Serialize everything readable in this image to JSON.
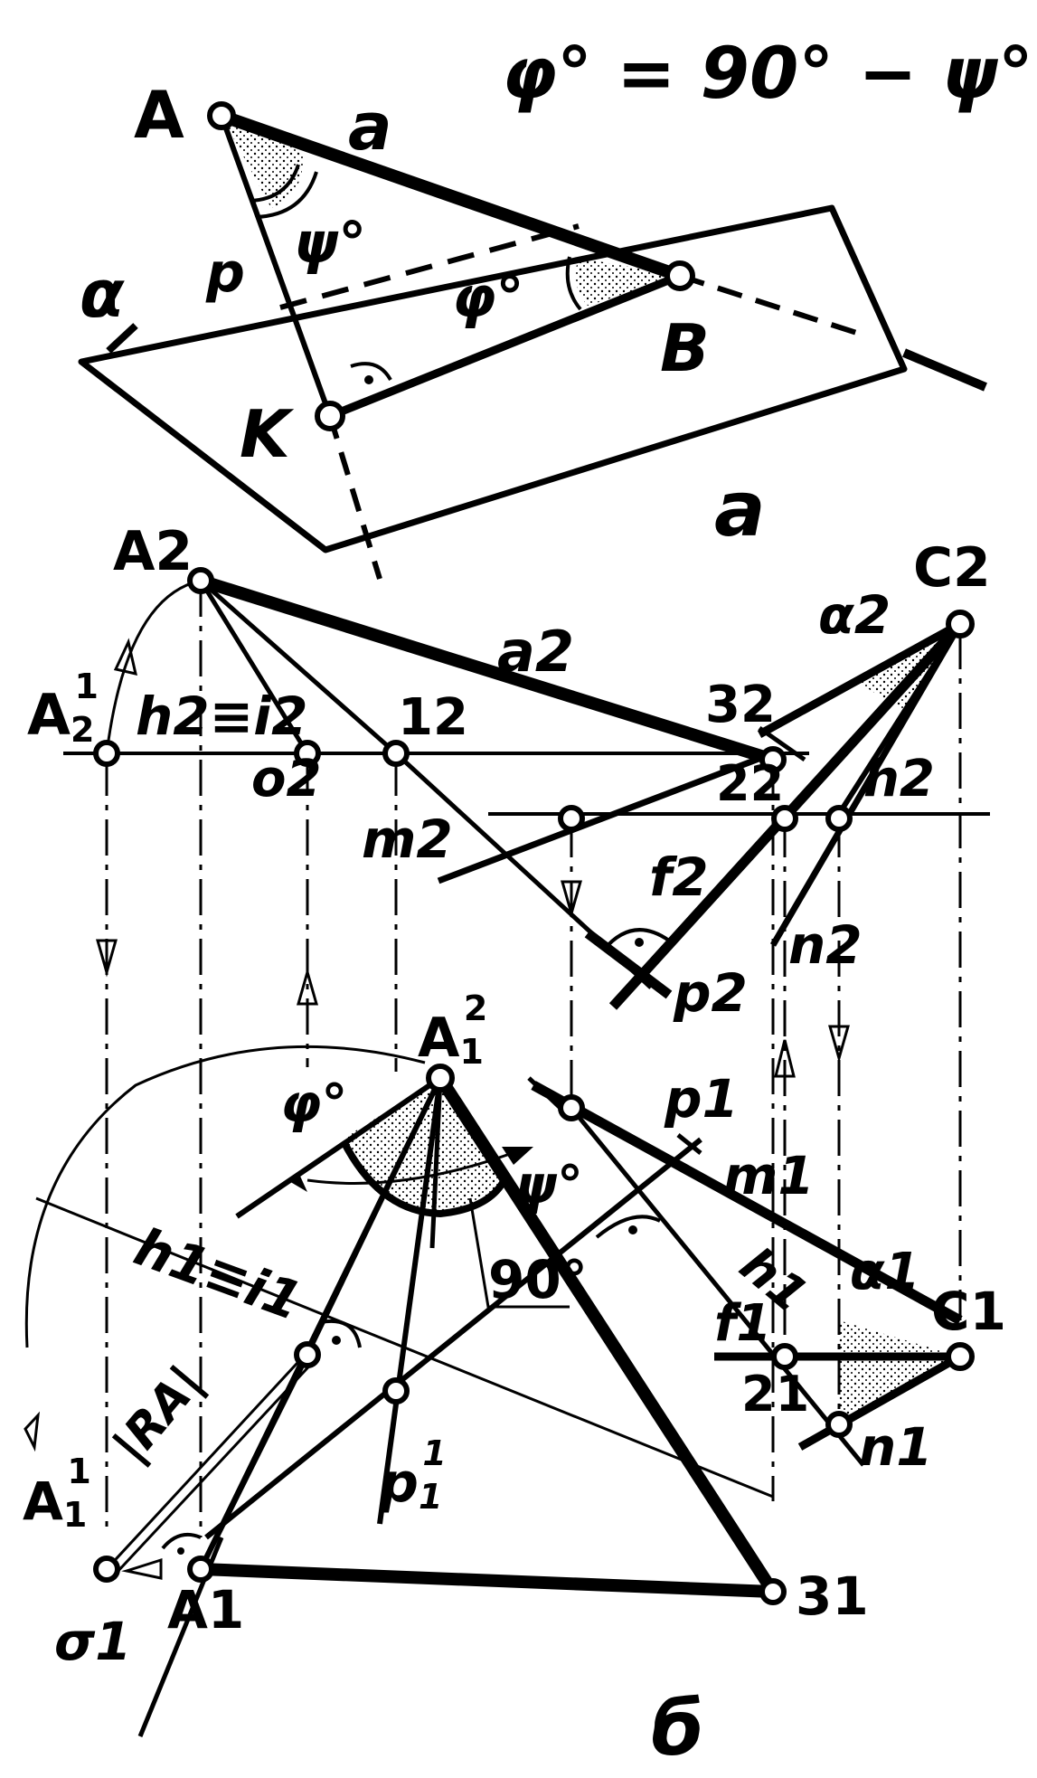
{
  "formula": "φ° = 90° − ψ°",
  "part_a": {
    "caption": "а",
    "labels": {
      "A": "A",
      "a": "a",
      "alpha": "α",
      "p": "p",
      "psi": "ψ°",
      "phi": "φ°",
      "B": "B",
      "K": "K"
    }
  },
  "part_b": {
    "caption": "б",
    "labels": {
      "A2": "A2",
      "a2": "a2",
      "C2": "C2",
      "alpha2": "α2",
      "A2_1": "A",
      "A2_1_sub": "2",
      "A2_1_sup": "1",
      "h2_eq_i2": "h2≡i2",
      "one2": "12",
      "three2": "32",
      "o2": "o2",
      "two2": "22",
      "h2": "h2",
      "m2": "m2",
      "f2": "f2",
      "n2": "n2",
      "p2": "p2",
      "A1_2": "A",
      "A1_2_sub": "1",
      "A1_2_sup": "2",
      "p1": "p1",
      "phi": "φ°",
      "psi": "ψ°",
      "m1": "m1",
      "h1_eq_i1": "h1≡i1",
      "h1_mid": "h1",
      "alpha1": "α1",
      "f1": "f1",
      "C1": "C1",
      "RA": "|RA|",
      "deg90": "90°",
      "two1": "21",
      "n1": "n1",
      "p1_1": "p",
      "p1_1_sub": "1",
      "p1_1_sup": "1",
      "A1_1": "A",
      "A1_1_sub": "1",
      "A1_1_sup": "1",
      "sigma1": "σ1",
      "A1": "A1",
      "three1": "31"
    }
  }
}
